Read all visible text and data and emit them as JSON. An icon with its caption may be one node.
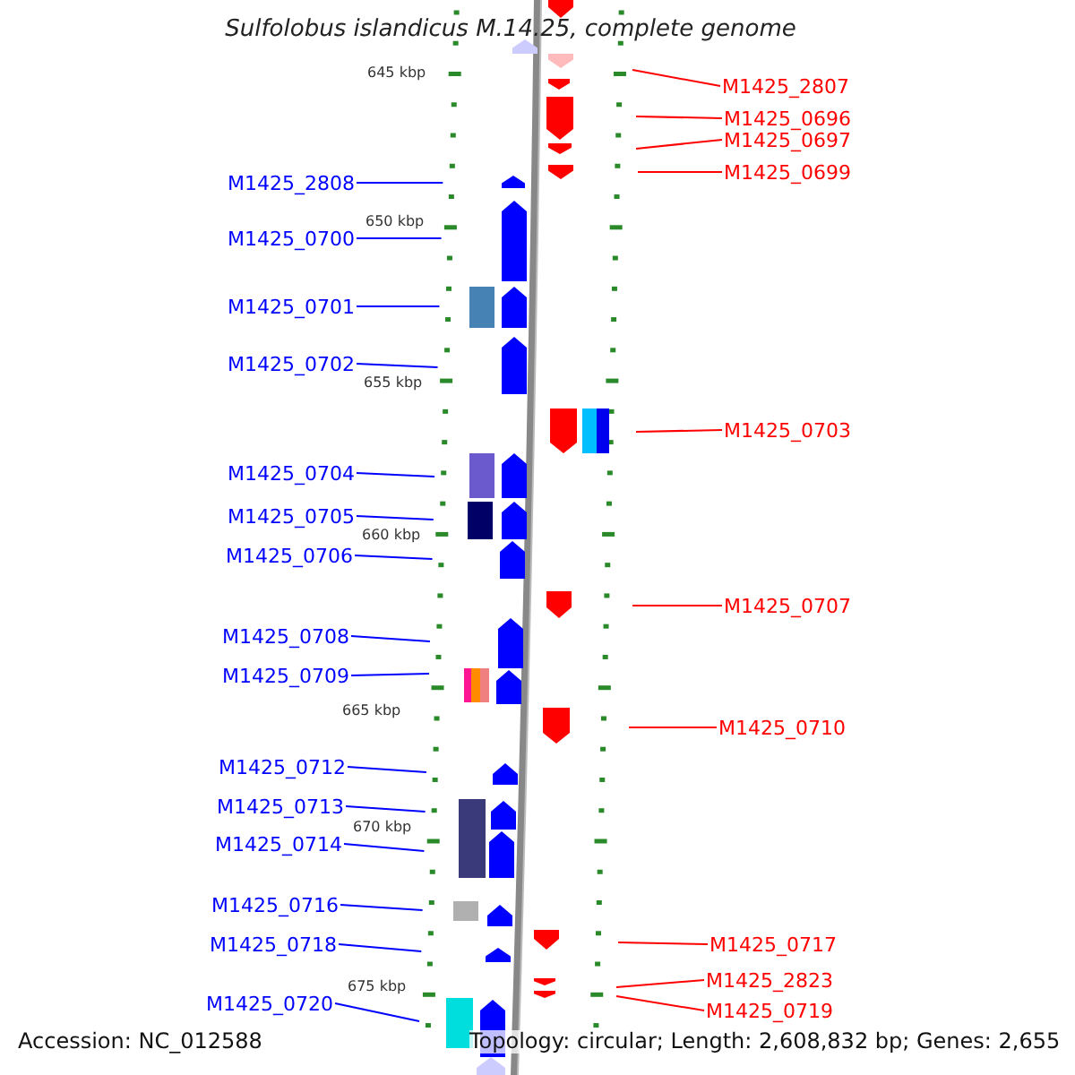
{
  "diagram": {
    "title": "Sulfolobus islandicus M.14.25, complete genome",
    "nodes": [
      {
        "text": [
          "M1425_2807"
        ]
      },
      {
        "text": [
          "M1425_0696"
        ]
      },
      {
        "text": [
          "M1425_0697"
        ]
      },
      {
        "text": [
          "M1425_0699"
        ]
      },
      {
        "text": [
          "M1425_2808"
        ]
      },
      {
        "text": [
          "M1425_0700"
        ]
      },
      {
        "text": [
          "M1425_0701"
        ]
      },
      {
        "text": [
          "M1425_0702"
        ]
      },
      {
        "text": [
          "M1425_0703"
        ]
      },
      {
        "text": [
          "M1425_0704"
        ]
      },
      {
        "text": [
          "M1425_0705"
        ]
      },
      {
        "text": [
          "M1425_0706"
        ]
      },
      {
        "text": [
          "M1425_0707"
        ]
      },
      {
        "text": [
          "M1425_0708"
        ]
      },
      {
        "text": [
          "M1425_0709"
        ]
      },
      {
        "text": [
          "M1425_0710"
        ]
      },
      {
        "text": [
          "M1425_0712"
        ]
      },
      {
        "text": [
          "M1425_0713"
        ]
      },
      {
        "text": [
          "M1425_0714"
        ]
      },
      {
        "text": [
          "M1425_0716"
        ]
      },
      {
        "text": [
          "M1425_0718"
        ]
      },
      {
        "text": [
          "M1425_0717"
        ]
      },
      {
        "text": [
          "M1425_2823"
        ]
      },
      {
        "text": [
          "M1425_0719"
        ]
      },
      {
        "text": [
          "M1425_0720"
        ]
      }
    ],
    "edges": [
      {
        "from": 0,
        "to": null,
        "arrow": "none",
        "color": "#ff0000"
      },
      {
        "from": 1,
        "to": null,
        "arrow": "none",
        "color": "#ff0000"
      },
      {
        "from": 2,
        "to": null,
        "arrow": "none",
        "color": "#ff0000"
      },
      {
        "from": 3,
        "to": null,
        "arrow": "none",
        "color": "#ff0000"
      },
      {
        "from": 4,
        "to": null,
        "arrow": "none"
      },
      {
        "from": 5,
        "to": null,
        "arrow": "none"
      },
      {
        "from": 6,
        "to": null,
        "arrow": "none"
      },
      {
        "from": 7,
        "to": null,
        "arrow": "none"
      },
      {
        "from": 8,
        "to": null,
        "arrow": "none",
        "color": "#ff0000"
      },
      {
        "from": 9,
        "to": null,
        "arrow": "none"
      },
      {
        "from": 10,
        "to": null,
        "arrow": "none"
      },
      {
        "from": 11,
        "to": null,
        "arrow": "none"
      },
      {
        "from": 12,
        "to": null,
        "arrow": "none",
        "color": "#ff0000"
      },
      {
        "from": 13,
        "to": null,
        "arrow": "none"
      },
      {
        "from": 14,
        "to": null,
        "arrow": "none"
      },
      {
        "from": 15,
        "to": null,
        "arrow": "none",
        "color": "#ff0000"
      },
      {
        "from": 16,
        "to": null,
        "arrow": "none"
      },
      {
        "from": 17,
        "to": null,
        "arrow": "none"
      },
      {
        "from": 18,
        "to": null,
        "arrow": "none"
      },
      {
        "from": 19,
        "to": null,
        "arrow": "none"
      },
      {
        "from": 20,
        "to": null,
        "arrow": "none"
      },
      {
        "from": 21,
        "to": null,
        "arrow": "none",
        "color": "#ff0000"
      },
      {
        "from": 22,
        "to": null,
        "arrow": "none",
        "color": "#ff0000"
      },
      {
        "from": 23,
        "to": null,
        "arrow": "none",
        "color": "#ff0000"
      },
      {
        "from": 24,
        "to": null,
        "arrow": "none"
      }
    ],
    "labels": [
      "645 kbp",
      "650 kbp",
      "655 kbp",
      "660 kbp",
      "665 kbp",
      "670 kbp",
      "675 kbp",
      "Accession: NC_012588",
      "Topology: circular; Length: 2,608,832 bp; Genes: 2,655"
    ]
  }
}
